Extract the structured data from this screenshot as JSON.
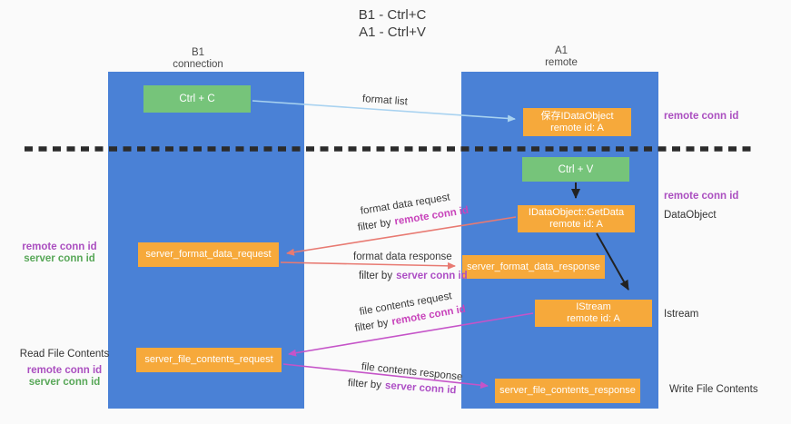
{
  "title": {
    "line1": "B1 - Ctrl+C",
    "line2": "A1 - Ctrl+V"
  },
  "columns": {
    "left": {
      "name": "B1",
      "role": "connection"
    },
    "right": {
      "name": "A1",
      "role": "remote"
    }
  },
  "boxes": {
    "ctrl_c": {
      "label": "Ctrl + C"
    },
    "ctrl_v": {
      "label": "Ctrl + V"
    },
    "save_dataobject": {
      "line1": "保存IDataObject",
      "line2": "remote id: A"
    },
    "getdata": {
      "line1": "IDataObject::GetData",
      "line2": "remote id: A"
    },
    "istream": {
      "line1": "IStream",
      "line2": "remote id: A"
    },
    "server_format_data_request": {
      "label": "server_format_data_request"
    },
    "server_format_data_response": {
      "label": "server_format_data_response"
    },
    "server_file_contents_request": {
      "label": "server_file_contents_request"
    },
    "server_file_contents_response": {
      "label": "server_file_contents_response"
    }
  },
  "arrow_labels": {
    "format_list": "format list",
    "format_data_request": "format data request",
    "format_data_response": "format data response",
    "file_contents_request": "file contents request",
    "file_contents_response": "file contents response",
    "filter_by": "filter by",
    "remote_conn_id": "remote conn id",
    "server_conn_id": "server conn id"
  },
  "side_labels": {
    "remote_conn_id_top": "remote conn id",
    "remote_conn_id_dataobject": "remote conn id",
    "dataobject": "DataObject",
    "istream": "Istream",
    "write_file_contents": "Write File Contents",
    "read_file_contents": "Read File Contents",
    "left_remote_conn_id_format": "remote conn id",
    "left_server_conn_id_format": "server conn id",
    "left_remote_conn_id_file": "remote conn id",
    "left_server_conn_id_file": "server conn id"
  },
  "colors": {
    "column_blue": "#4a81d6",
    "box_green": "#76c47a",
    "box_orange": "#f6a93b",
    "arrow_blue": "#a8d2f0",
    "arrow_salmon": "#e87a72",
    "arrow_magenta": "#c554c8",
    "arrow_black": "#222222",
    "label_purple": "#ab4fc0",
    "label_magenta": "#c844bb",
    "label_green": "#58a758"
  }
}
